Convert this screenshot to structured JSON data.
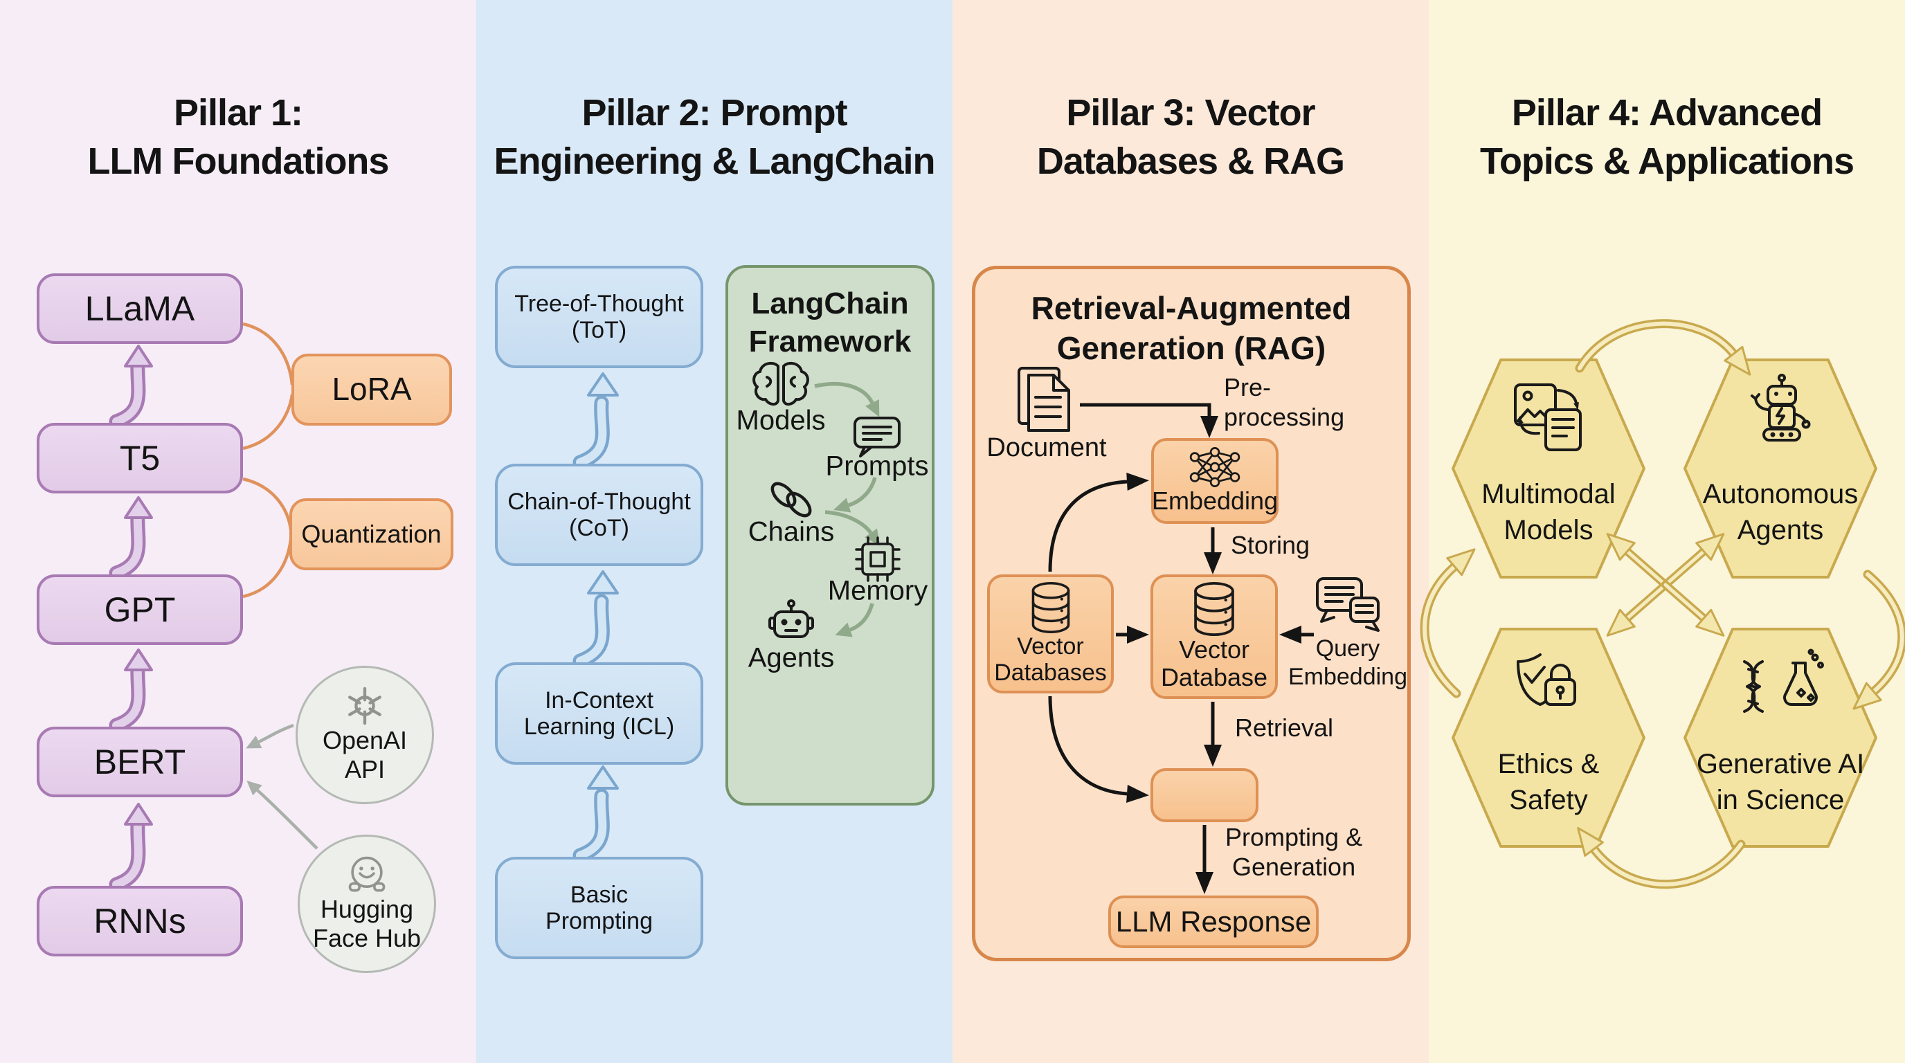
{
  "colors": {
    "pillar1_bg": "#f6edf7",
    "pillar2_bg": "#d9e9f7",
    "pillar3_bg": "#fce9da",
    "pillar4_bg": "#fbf5da",
    "purple_border": "#a87ab3",
    "purple_fill": "#e7d2ec",
    "blue_border": "#84abd1",
    "blue_fill": "#cfe2f4",
    "green_border": "#76956d",
    "green_fill": "#cfdeca",
    "orange_border": "#de9155",
    "orange_fill": "#f9cda2",
    "rag_border": "#d8874b",
    "rag_fill": "#fce0c7",
    "hex_fill": "#f3e4a3",
    "hex_border": "#c9a94e",
    "gold_arrow": "#c9a94e",
    "text": "#141414",
    "gray_icon": "#8f958e"
  },
  "pillar1": {
    "title_line1": "Pillar 1:",
    "title_line2": "LLM Foundations",
    "models": [
      "LLaMA",
      "T5",
      "GPT",
      "BERT",
      "RNNs"
    ],
    "finetuning": [
      "LoRA",
      "Quantization"
    ],
    "openai_line1": "OpenAI",
    "openai_line2": "API",
    "hf_line1": "Hugging",
    "hf_line2": "Face Hub"
  },
  "pillar2": {
    "title_line1": "Pillar 2: Prompt",
    "title_line2": "Engineering & LangChain",
    "techniques": [
      [
        "Tree-of-Thought",
        "(ToT)"
      ],
      [
        "Chain-of-Thought",
        "(CoT)"
      ],
      [
        "In-Context",
        "Learning (ICL)"
      ],
      [
        "Basic",
        "Prompting"
      ]
    ],
    "langchain_title1": "LangChain",
    "langchain_title2": "Framework",
    "components": [
      "Models",
      "Prompts",
      "Chains",
      "Memory",
      "Agents"
    ]
  },
  "pillar3": {
    "title_line1": "Pillar 3: Vector",
    "title_line2": "Databases & RAG",
    "rag_title1": "Retrieval-Augmented",
    "rag_title2": "Generation (RAG)",
    "document": "Document",
    "pre1": "Pre-",
    "pre2": "processing",
    "embedding": "Embedding",
    "storing": "Storing",
    "vdbs1": "Vector",
    "vdbs2": "Databases",
    "vdb1": "Vector",
    "vdb2": "Database",
    "query1": "Query",
    "query2": "Embedding",
    "retrieval": "Retrieval",
    "prompting1": "Prompting &",
    "prompting2": "Generation",
    "llm_response": "LLM Response"
  },
  "pillar4": {
    "title_line1": "Pillar 4: Advanced",
    "title_line2": "Topics & Applications",
    "hex": [
      [
        "Multimodal",
        "Models"
      ],
      [
        "Autonomous",
        "Agents"
      ],
      [
        "Ethics &",
        "Safety"
      ],
      [
        "Generative AI",
        "in Science"
      ]
    ]
  },
  "icons": {
    "openai": "openai-logo",
    "huggingface": "hugging-face",
    "models": "brain",
    "prompts": "speech-bubble",
    "chains": "chain-links",
    "memory": "chip",
    "agents": "robot",
    "document": "document-pages",
    "embedding": "neural-network",
    "vector_db": "database-cylinder",
    "query": "chat-bubbles",
    "multimodal": "image-text-swap",
    "autonomous": "robot",
    "ethics": "shield-check-lock",
    "science": "dna-flask"
  }
}
